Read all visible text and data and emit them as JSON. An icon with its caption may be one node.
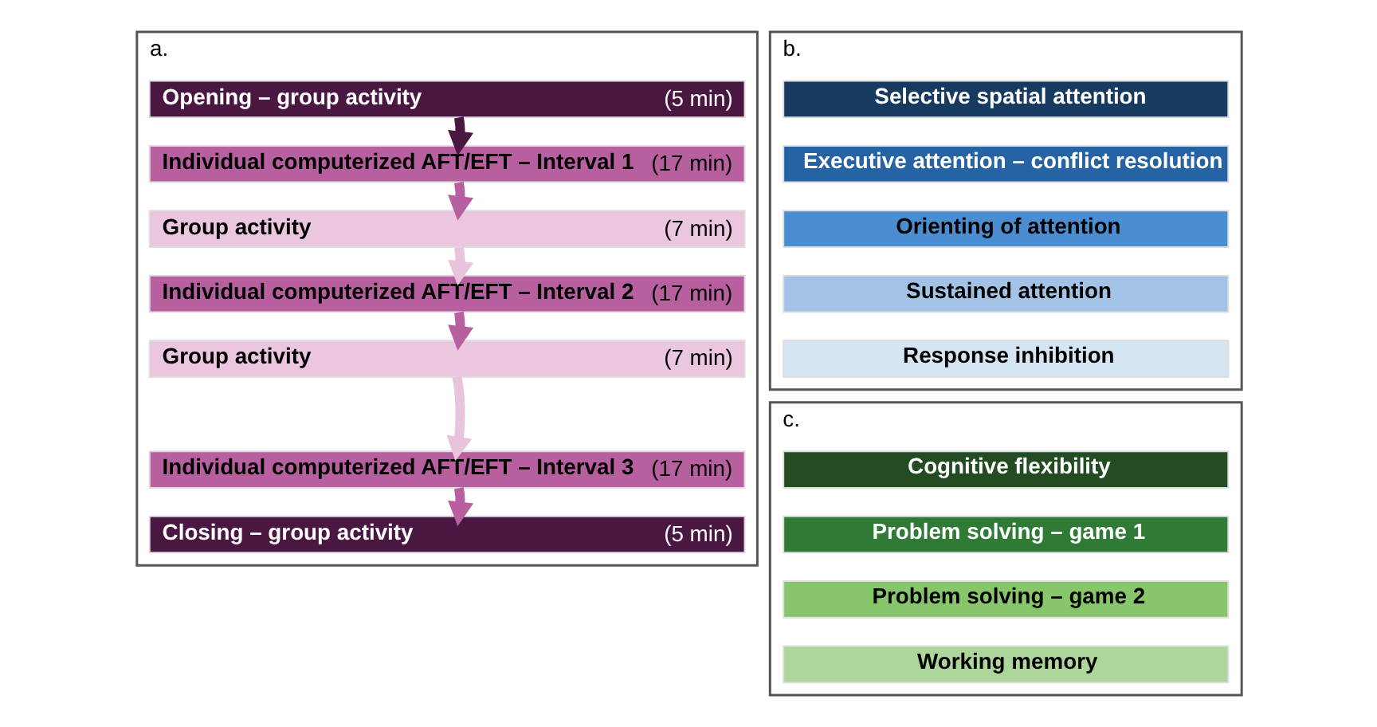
{
  "diagram": {
    "nodes": [
      {
        "text": [
          "a."
        ]
      },
      {
        "text": [
          "Opening – group activity",
          "(5 min)"
        ],
        "in": 0
      },
      {
        "text": [
          "Individual computerized AFT/EFT – Interval 1",
          "(17 min)"
        ],
        "in": 0
      },
      {
        "text": [
          "Group activity",
          "(7 min)"
        ],
        "in": 0
      },
      {
        "text": [
          "Individual computerized AFT/EFT – Interval 2",
          "(17 min)"
        ],
        "in": 0
      },
      {
        "text": [
          "Group activity",
          "(7 min)"
        ],
        "in": 0
      },
      {
        "text": [
          "Individual computerized AFT/EFT – Interval 3",
          "(17 min)"
        ],
        "in": 0
      },
      {
        "text": [
          "Closing – group activity",
          "(5 min)"
        ],
        "in": 0
      },
      {
        "text": [
          "b."
        ]
      },
      {
        "text": [
          "Selective spatial attention"
        ],
        "in": 8
      },
      {
        "text": [
          "Executive attention – conflict resolution"
        ],
        "in": 8
      },
      {
        "text": [
          "Orienting of attention"
        ],
        "in": 8
      },
      {
        "text": [
          "Sustained attention"
        ],
        "in": 8
      },
      {
        "text": [
          "Response inhibition"
        ],
        "in": 8
      },
      {
        "text": [
          "c."
        ]
      },
      {
        "text": [
          "Cognitive flexibility"
        ],
        "in": 14
      },
      {
        "text": [
          "Problem solving – game 1"
        ],
        "in": 14
      },
      {
        "text": [
          "Problem solving – game 2"
        ],
        "in": 14
      },
      {
        "text": [
          "Working memory"
        ],
        "in": 14
      }
    ],
    "edges": [
      {
        "from": 1,
        "to": 2,
        "arrow": "to",
        "color": "#4a1742"
      },
      {
        "from": 2,
        "to": 3,
        "arrow": "to"
      },
      {
        "from": 3,
        "to": 4,
        "arrow": "to",
        "color": "#e8c3dc"
      },
      {
        "from": 4,
        "to": 5,
        "arrow": "to"
      },
      {
        "from": 5,
        "to": 6,
        "arrow": "to",
        "color": "#e8c3dc"
      },
      {
        "from": 6,
        "to": 7,
        "arrow": "to"
      }
    ]
  }
}
